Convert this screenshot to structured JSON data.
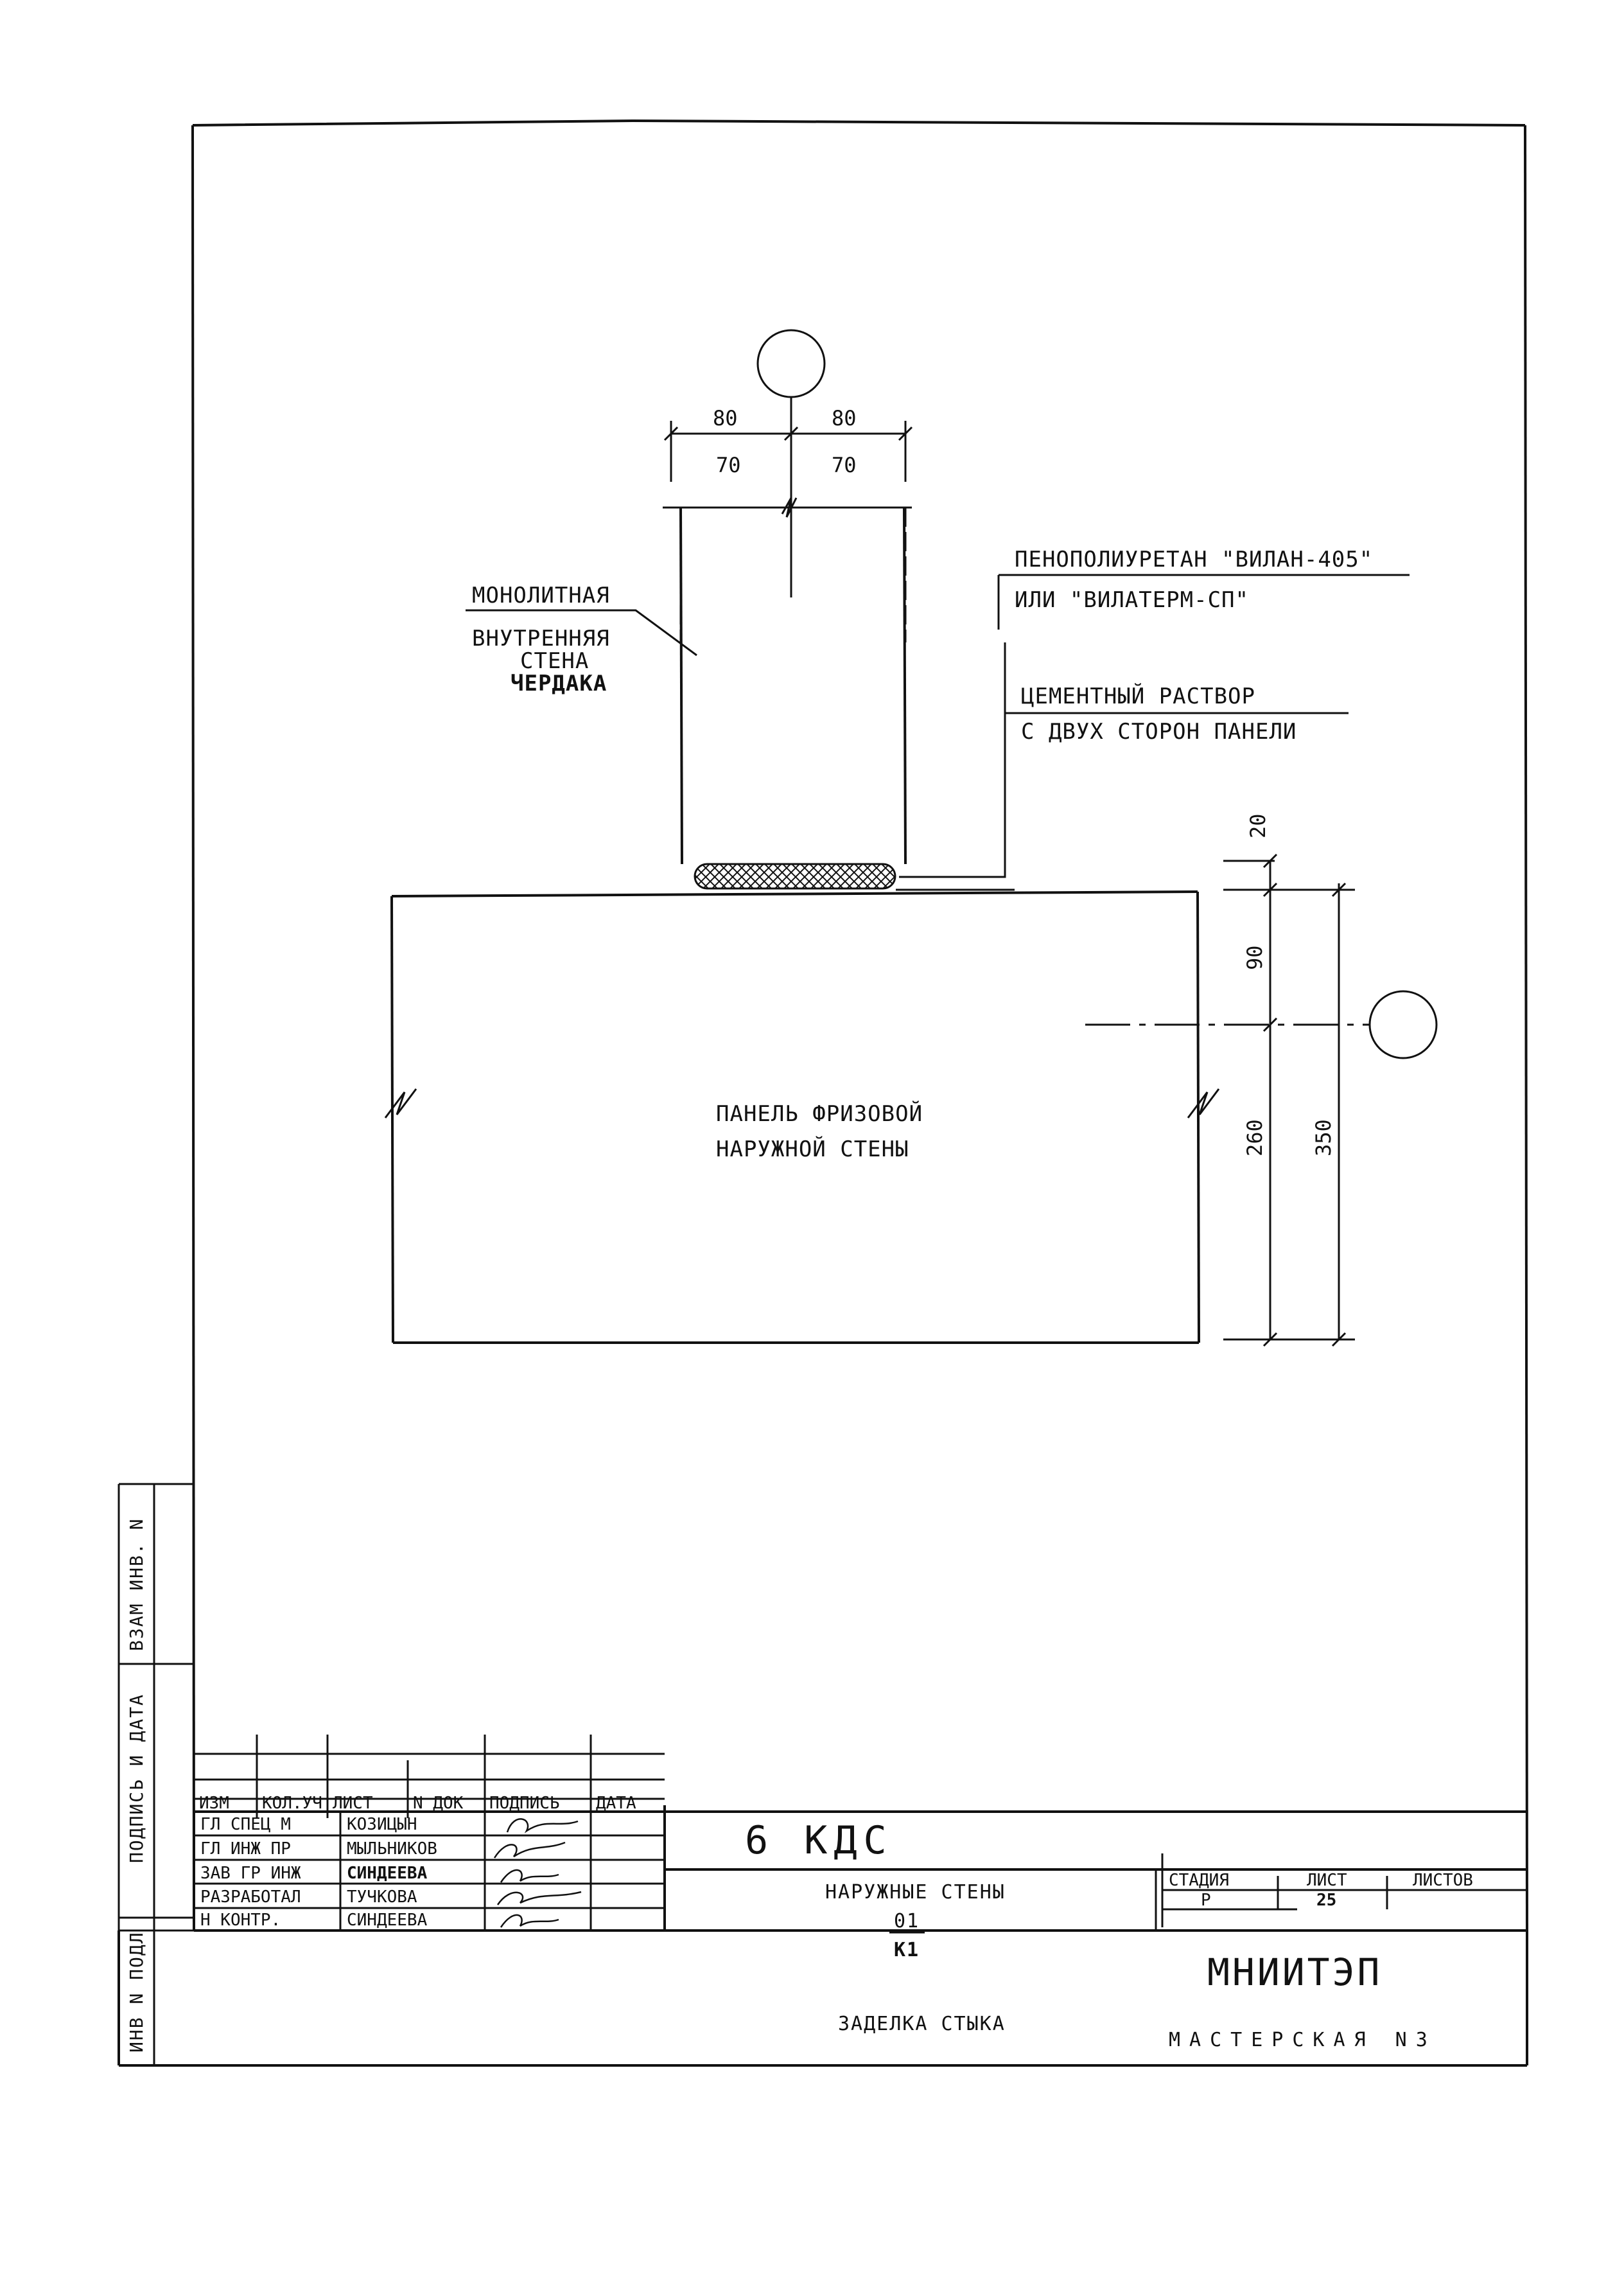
{
  "drawing": {
    "dimensions": {
      "top_outer_left": "80",
      "top_outer_right": "80",
      "top_inner_left": "70",
      "top_inner_right": "70",
      "right_top_small": "20",
      "right_mid": "90",
      "right_lower": "260",
      "right_total": "350"
    },
    "labels": {
      "wall_line1": "МОНОЛИТНАЯ",
      "wall_line2": "ВНУТРЕННЯЯ",
      "wall_line3": "СТЕНА",
      "wall_line4": "ЧЕРДАКА",
      "foam_line1": "ПЕНОПОЛИУРЕТАН \"ВИЛАН-405\"",
      "foam_line2": "ИЛИ \"ВИЛАТЕРМ-СП\"",
      "mortar_line1": "ЦЕМЕНТНЫЙ РАСТВОР",
      "mortar_line2": "С ДВУХ СТОРОН ПАНЕЛИ",
      "panel_line1": "ПАНЕЛЬ ФРИЗОВОЙ",
      "panel_line2": "НАРУЖНОЙ СТЕНЫ"
    }
  },
  "side_stamp": {
    "inv_podl": "ИНВ N ПОДЛ",
    "podpis": "ПОДПИСЬ И ДАТА",
    "vzam": "ВЗАМ ИНВ. N"
  },
  "title_block": {
    "code": "6 КДС",
    "column_headers": [
      "ИЗМ",
      "КОЛ.УЧ",
      "ЛИСТ",
      "N ДОК",
      "ПОДПИСЬ",
      "ДАТА"
    ],
    "roles": [
      {
        "role": "ГЛ СПЕЦ М",
        "name": "КОЗИЦЫН"
      },
      {
        "role": "ГЛ ИНЖ ПР",
        "name": "МЫЛЬНИКОВ"
      },
      {
        "role": "ЗАВ ГР ИНЖ",
        "name": "СИНДЕЕВА"
      },
      {
        "role": "РАЗРАБОТАЛ",
        "name": "ТУЧКОВА"
      },
      {
        "role": "Н КОНТР.",
        "name": "СИНДЕЕВА"
      }
    ],
    "section": "НАРУЖНЫЕ СТЕНЫ",
    "node_number": "01",
    "node_sheet": "К1",
    "node_title": "ЗАДЕЛКА СТЫКА",
    "stage_label": "СТАДИЯ",
    "sheet_label": "ЛИСТ",
    "sheets_label": "ЛИСТОВ",
    "stage_value": "Р",
    "sheet_value": "25",
    "sheets_value": "",
    "org": "МНИИТЭП",
    "workshop": "МАСТЕРСКАЯ N3"
  }
}
